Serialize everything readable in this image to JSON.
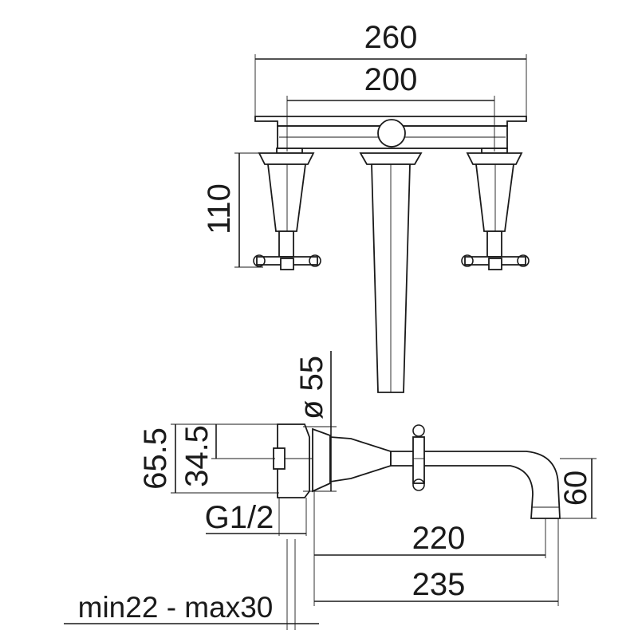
{
  "diagram": {
    "dimensions": {
      "width_total": "260",
      "width_handles": "200",
      "height_handles": "110",
      "diameter": "ø 55",
      "height_65": "65.5",
      "height_34": "34.5",
      "thread": "G1/2",
      "spout_reach": "220",
      "total_reach": "235",
      "spout_height": "60",
      "wall_range": "min22 - max30"
    }
  }
}
